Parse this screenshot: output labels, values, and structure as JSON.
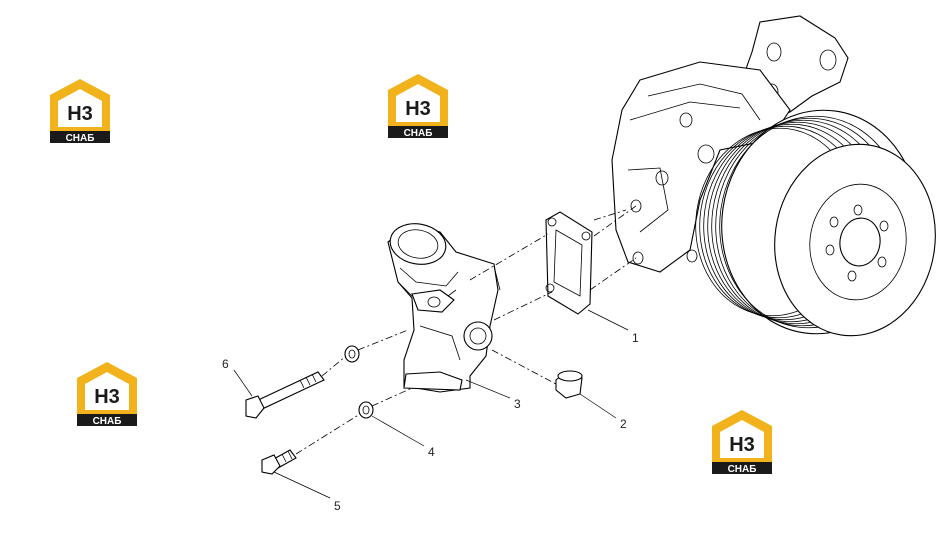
{
  "callouts": [
    "1",
    "2",
    "3",
    "4",
    "5",
    "6"
  ],
  "logo": {
    "mark": "Н3",
    "caption": "СНАБ"
  },
  "colors": {
    "logo_accent": "#F2B21B",
    "logo_dark": "#1a1a1a",
    "line": "#000000"
  }
}
